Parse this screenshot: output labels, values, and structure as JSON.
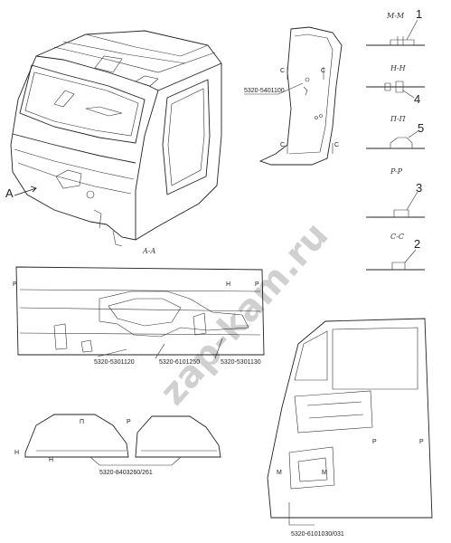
{
  "watermark": "zap-kam.ru",
  "view_label": "A-A",
  "arrow_label": "A",
  "parts": {
    "side_panel": "5320-5401100",
    "floor_a": "5320-5301120",
    "floor_b": "5320-6101250",
    "floor_c": "5320-5301130",
    "arch_panel": "5320-8403260/261",
    "door": "5320-6101030/031"
  },
  "sections": [
    {
      "title": "M-M",
      "num": "1"
    },
    {
      "title": "H-H",
      "num": "4"
    },
    {
      "title": "П-П",
      "num": "5"
    },
    {
      "title": "P-P",
      "num": "3"
    },
    {
      "title": "C-C",
      "num": "2"
    }
  ],
  "cut_marks": {
    "c": "C",
    "h": "H",
    "p": "P",
    "m": "M",
    "n": "П"
  }
}
